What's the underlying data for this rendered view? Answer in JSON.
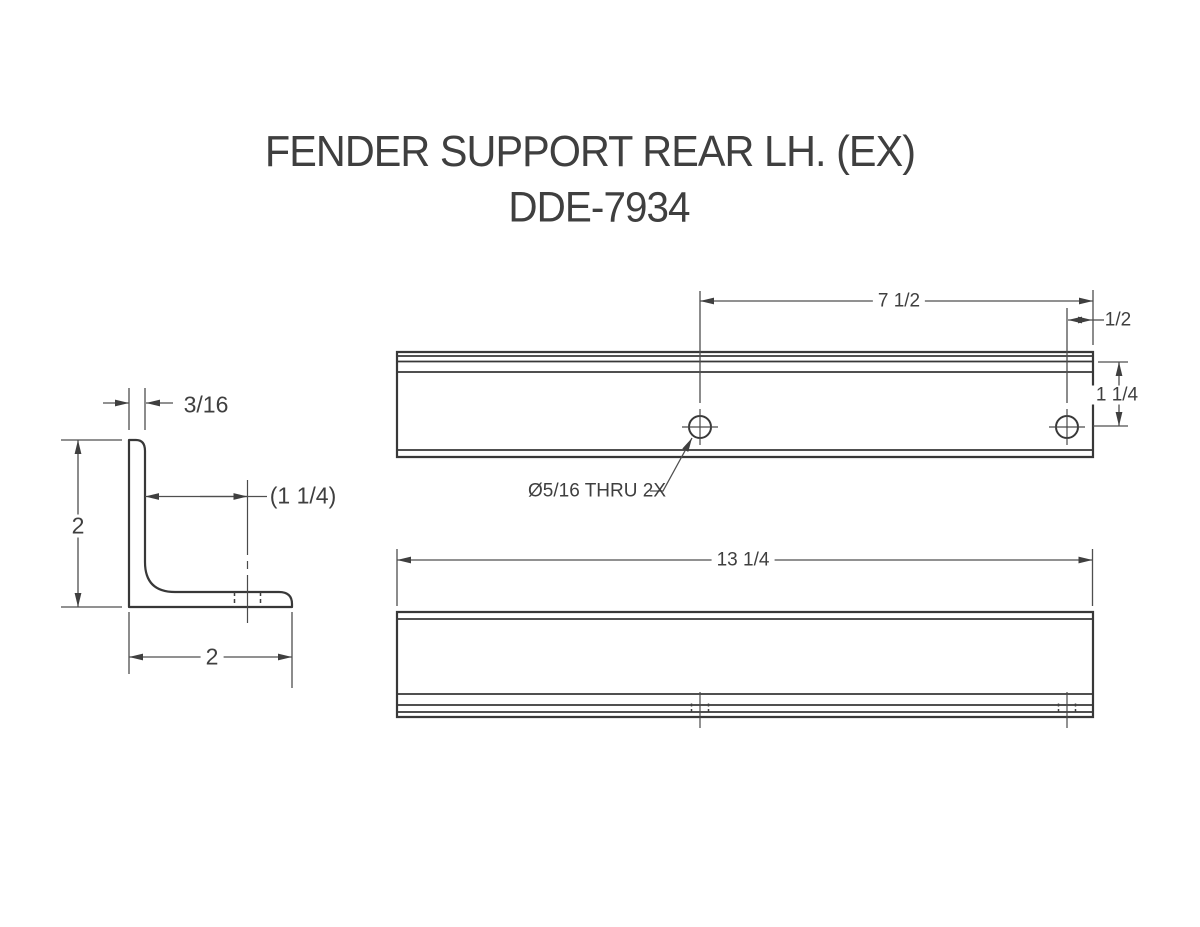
{
  "title": {
    "line1": "FENDER SUPPORT REAR LH. (EX)",
    "line2": "DDE-7934"
  },
  "section_view": {
    "thickness": "3/16",
    "height": "2",
    "hole_centerline_offset": "(1 1/4)",
    "width": "2"
  },
  "top_view": {
    "hole_spacing": "7 1/2",
    "hole_end_offset": "1/2",
    "hole_edge_offset": "1 1/4",
    "hole_note": "Ø5/16 THRU 2X"
  },
  "front_view": {
    "overall_length": "13 1/4"
  },
  "colors": {
    "part_line": "#383838",
    "dim_line": "#4f4f4f",
    "text": "#3f3f3f",
    "background": "#ffffff"
  }
}
